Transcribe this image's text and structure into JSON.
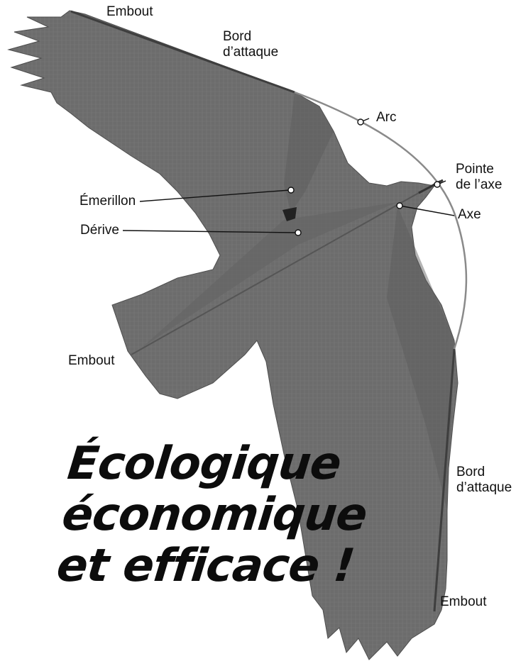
{
  "labels": {
    "embout_top": "Embout",
    "bord_top_1": "Bord",
    "bord_top_2": "d’attaque",
    "arc": "Arc",
    "pointe_1": "Pointe",
    "pointe_2": "de l’axe",
    "emerillon": "Émerillon",
    "axe": "Axe",
    "derive": "Dérive",
    "embout_left": "Embout",
    "bord_right_1": "Bord",
    "bord_right_2": "d’attaque",
    "embout_bottom": "Embout"
  },
  "slogan": {
    "line1": "Écologique",
    "line2": "économique",
    "line3": "et efficace !"
  },
  "colors": {
    "bird_fill": "#6e6e6e",
    "bird_dark": "#5a5a5a",
    "rod": "#8a8a8a",
    "label_text": "#111111"
  }
}
